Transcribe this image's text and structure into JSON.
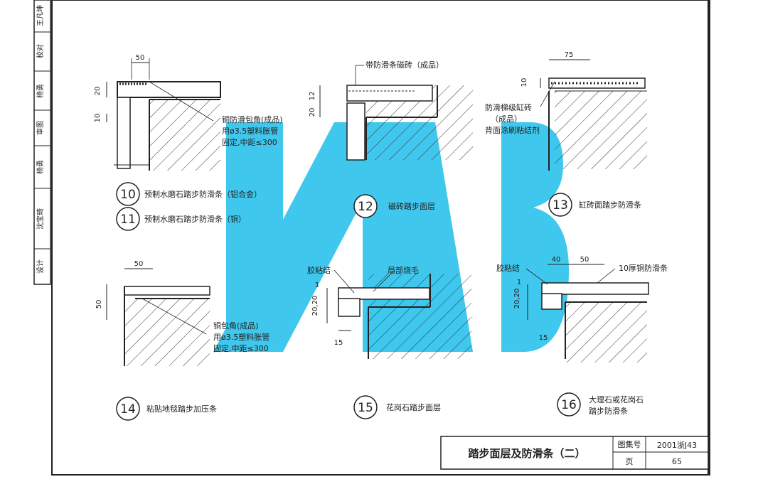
{
  "side_strip": [
    "王凡坤",
    "校对",
    "杨勇",
    "审图",
    "杨勇",
    "沈宝琦",
    "设计"
  ],
  "details": [
    {
      "num": "10",
      "caption": "预制水磨石踏步防滑条（铝合金）"
    },
    {
      "num": "11",
      "caption": "预制水磨石踏步防滑条（铜）"
    },
    {
      "num": "12",
      "caption": "磁砖踏步面层"
    },
    {
      "num": "13",
      "caption": "缸砖面踏步防滑条"
    },
    {
      "num": "14",
      "caption": "粘贴地毯踏步加压条"
    },
    {
      "num": "15",
      "caption": "花岗石踏步面层"
    },
    {
      "num": "16",
      "caption": "大理石或花岗石",
      "caption2": "踏步防滑条"
    }
  ],
  "notes": {
    "d10_a": "铜防滑包角(成品)",
    "d10_b": "用ø3.5塑料胀管",
    "d10_c": "固定,中距≤300",
    "d12": "带防滑条磁砖（成品）",
    "d13_a": "防滑梯级缸砖",
    "d13_b": "（成品）",
    "d13_c": "背面涂刷粘结剂",
    "d14_a": "铜包角(成品)",
    "d14_b": "用ø3.5塑料胀管",
    "d14_c": "固定,中距≤300",
    "d15_glue": "胶粘结",
    "d15_burn": "局部烧毛",
    "d16_glue": "胶粘结",
    "d16_strip": "10厚铜防滑条"
  },
  "dims": {
    "d10_w": "50",
    "d10_h1": "20",
    "d10_h2": "10",
    "d12_h1": "12",
    "d12_h2": "20",
    "d13_w": "75",
    "d13_h": "10",
    "d14_w": "50",
    "d14_h": "50",
    "d15_v": "20,20",
    "d15_v2": "1",
    "d15_w": "15",
    "d16_w1": "40",
    "d16_w2": "50",
    "d16_v": "20,20",
    "d16_v2": "1",
    "d16_w": "15"
  },
  "title_block": {
    "title": "踏步面层及防滑条（二）",
    "atlas_label": "图集号",
    "atlas_value": "2001浙J43",
    "page_label": "页",
    "page_value": "65"
  },
  "colors": {
    "watermark": "#2fc3ec",
    "line": "#222222"
  }
}
